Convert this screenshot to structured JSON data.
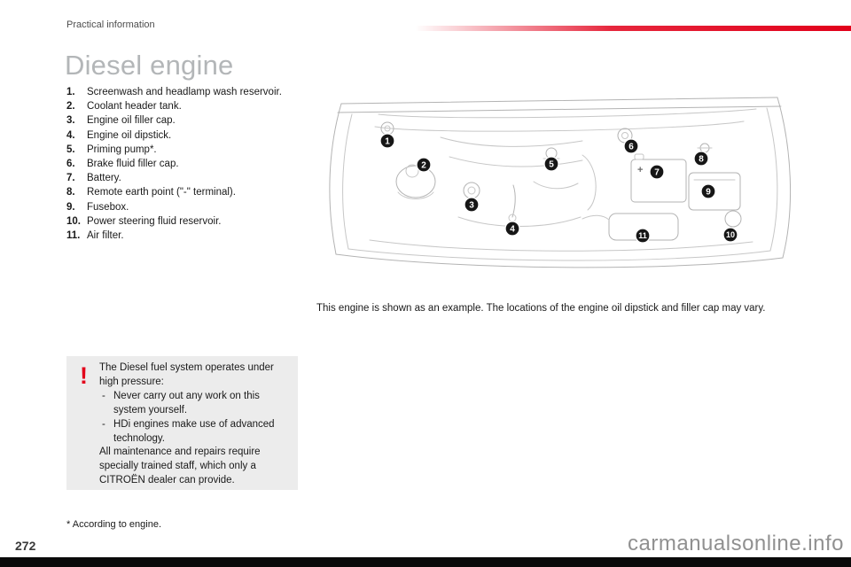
{
  "page": {
    "header": "Practical information",
    "page_number": "272",
    "watermark": "carmanualsonline.info",
    "footnote": "* According to engine."
  },
  "content": {
    "title": "Diesel engine",
    "items": [
      {
        "num": "1.",
        "text": "Screenwash and headlamp wash reservoir."
      },
      {
        "num": "2.",
        "text": "Coolant header tank."
      },
      {
        "num": "3.",
        "text": "Engine oil filler cap."
      },
      {
        "num": "4.",
        "text": "Engine oil dipstick."
      },
      {
        "num": "5.",
        "text": "Priming pump*."
      },
      {
        "num": "6.",
        "text": "Brake fluid filler cap."
      },
      {
        "num": "7.",
        "text": "Battery."
      },
      {
        "num": "8.",
        "text": "Remote earth point (\"-\" terminal)."
      },
      {
        "num": "9.",
        "text": "Fusebox."
      },
      {
        "num": "10.",
        "text": "Power steering fluid reservoir."
      },
      {
        "num": "11.",
        "text": "Air filter."
      }
    ],
    "caption": "This engine is shown as an example. The locations of the engine oil dipstick and filler cap may vary."
  },
  "warning": {
    "icon": "!",
    "dash": "-",
    "intro": "The Diesel fuel system operates under high pressure:",
    "bullets": [
      "Never carry out any work on this system yourself.",
      "HDi engines make use of advanced technology."
    ],
    "outro": "All maintenance and repairs require specially trained staff, which only a CITROËN dealer can provide."
  },
  "diagram": {
    "battery_label": "+",
    "markers": [
      "1",
      "2",
      "3",
      "4",
      "5",
      "6",
      "7",
      "8",
      "9",
      "10",
      "11"
    ]
  },
  "colors": {
    "accent_red": "#e2001a",
    "title_gray": "#b3b6b8",
    "warning_box_bg": "#ececec",
    "bottom_bar": "#0a0a0a"
  }
}
